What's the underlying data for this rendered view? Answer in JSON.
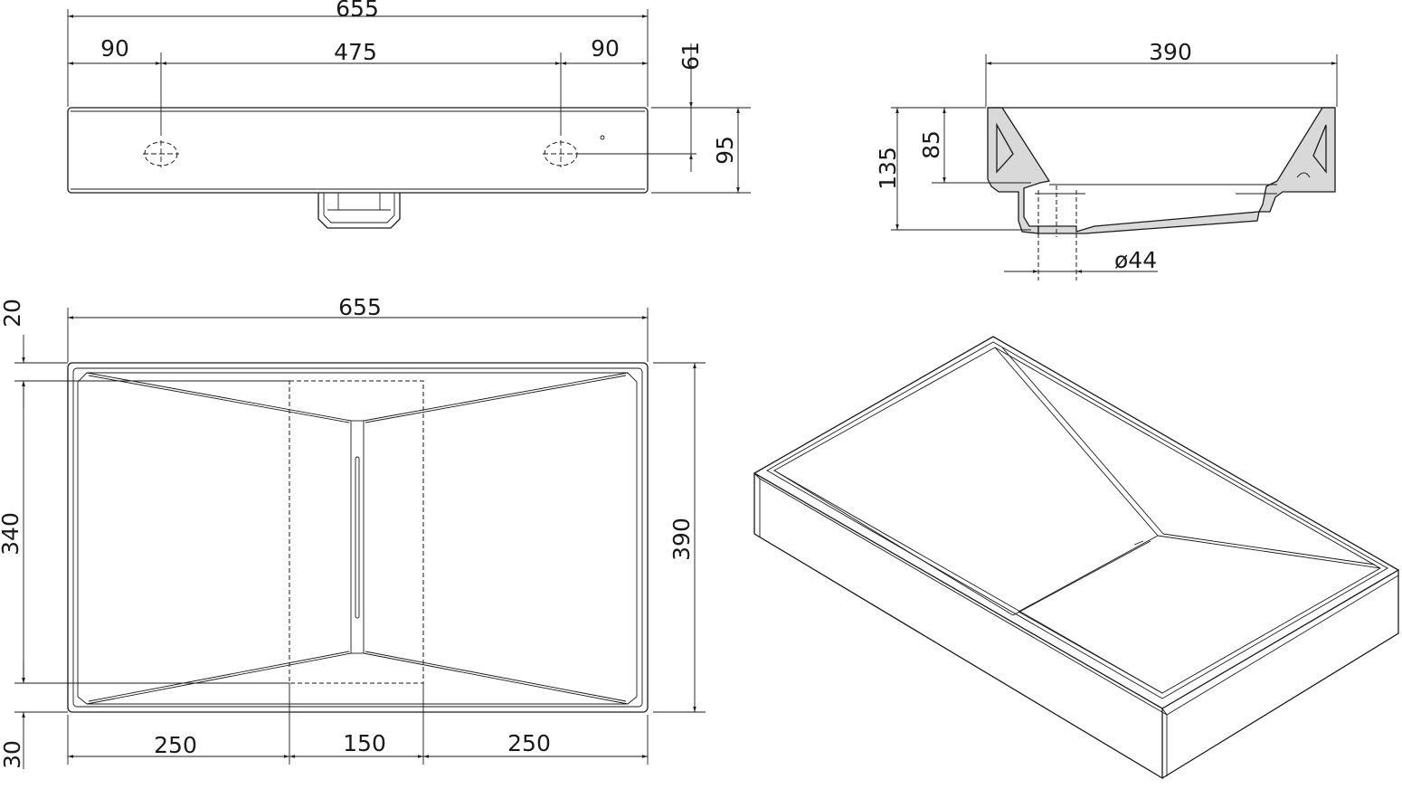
{
  "front_view": {
    "overall_width": "655",
    "left_tap_offset": "90",
    "tap_spacing": "475",
    "right_tap_offset": "90",
    "tap_height": "61",
    "body_height": "95"
  },
  "side_section": {
    "overall_depth": "390",
    "total_height": "135",
    "basin_depth": "85",
    "drain_diameter": "ø44"
  },
  "top_view": {
    "overall_width": "655",
    "overall_depth": "390",
    "back_rim": "20",
    "basin_depth": "340",
    "front_rim": "30",
    "left_segment": "250",
    "drain_zone_width": "150",
    "right_segment": "250"
  }
}
